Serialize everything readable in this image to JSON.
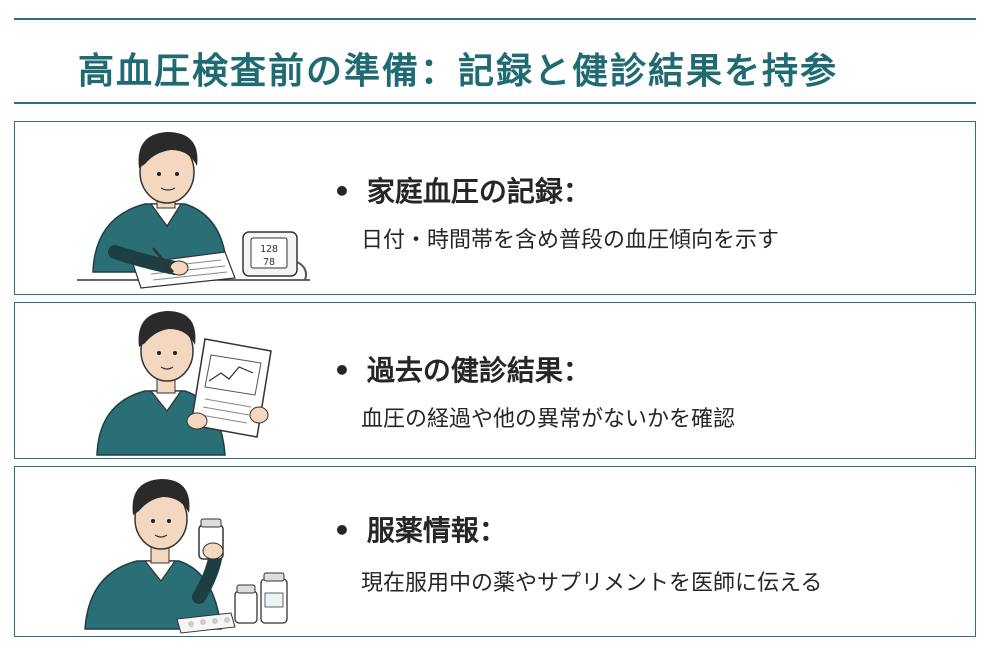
{
  "title": "高血圧検査前の準備：記録と健診結果を持参",
  "bullet": "•",
  "items": [
    {
      "heading": "家庭血圧の記録：",
      "desc": "日付・時間帯を含め普段の血圧傾向を示す",
      "illustration": "man-writing-blood-pressure-log",
      "monitor_top": "128",
      "monitor_bottom": "78"
    },
    {
      "heading": "過去の健診結果：",
      "desc": "血圧の経過や他の異常がないかを確認",
      "illustration": "man-reading-checkup-results"
    },
    {
      "heading": "服薬情報：",
      "desc": "現在服用中の薬やサプリメントを医師に伝える",
      "illustration": "man-holding-medicine-bottle"
    }
  ],
  "colors": {
    "accent": "#1f6a73",
    "border": "#2f6f7a",
    "sweater": "#2a6f76",
    "hair": "#2a2a2a",
    "skin": "#f3d7bf",
    "text": "#262626"
  }
}
